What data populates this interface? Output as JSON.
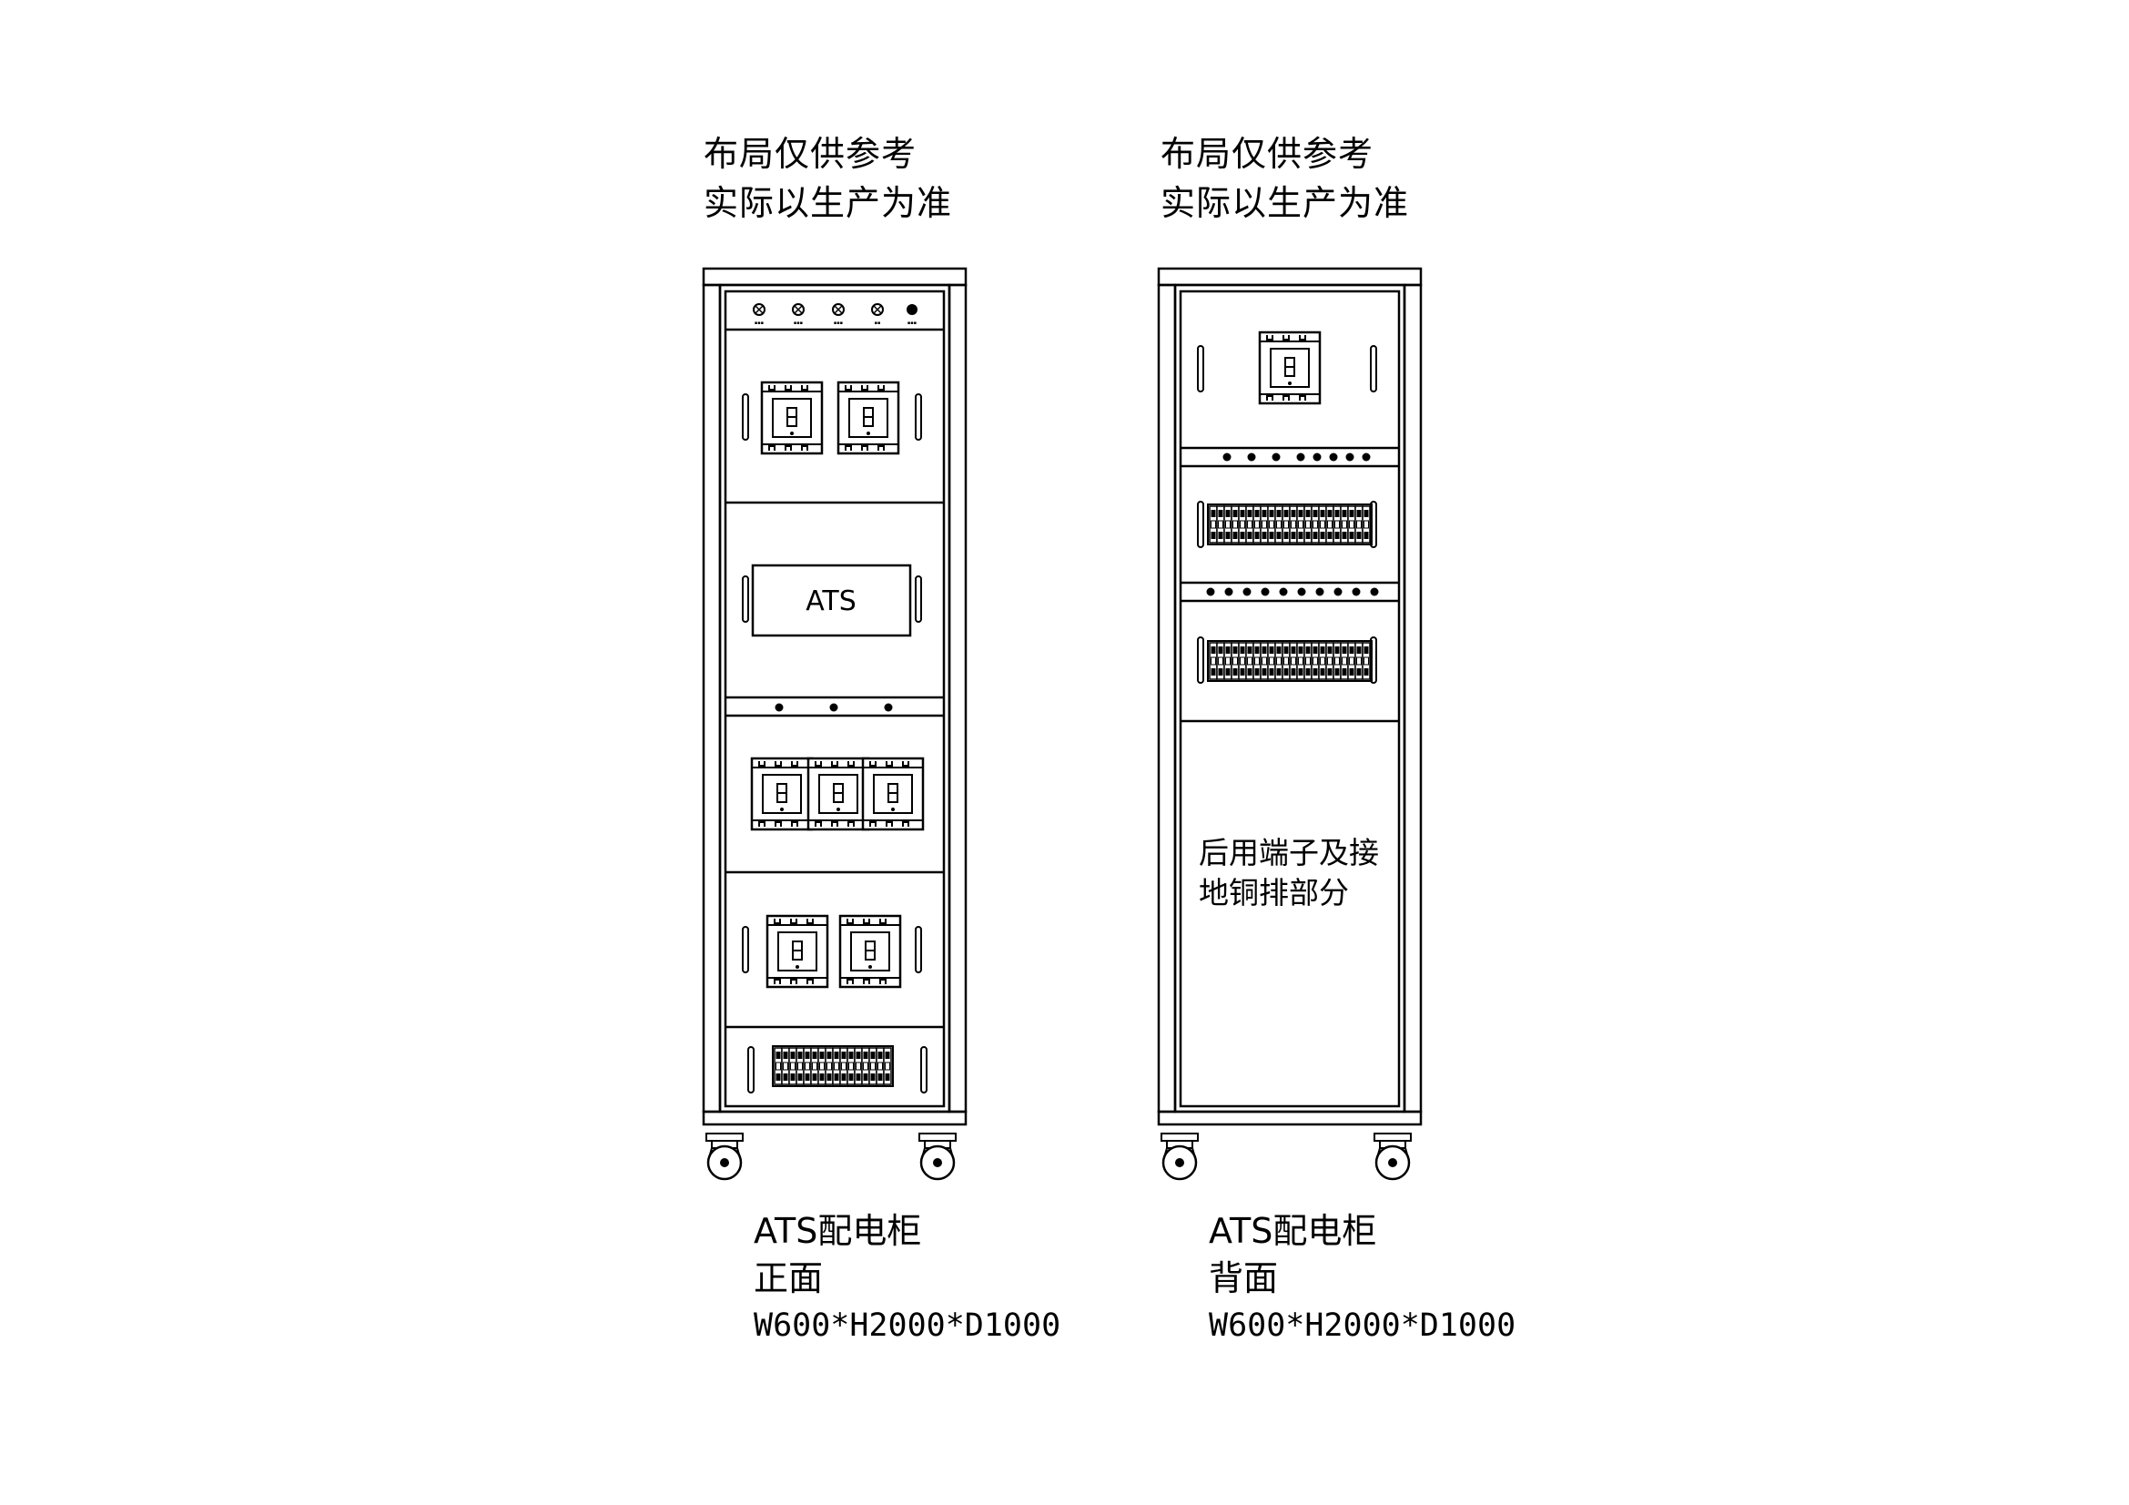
{
  "front": {
    "note_line1": "布局仅供参考",
    "note_line2": "实际以生产为准",
    "ats_label": "ATS",
    "caption_title": "ATS配电柜",
    "caption_view": "正面",
    "caption_dims": "W600*H2000*D1000"
  },
  "back": {
    "note_line1": "布局仅供参考",
    "note_line2": "实际以生产为准",
    "section_label_line1": "后用端子及接",
    "section_label_line2": "地铜排部分",
    "caption_title": "ATS配电柜",
    "caption_view": "背面",
    "caption_dims": "W600*H2000*D1000"
  }
}
